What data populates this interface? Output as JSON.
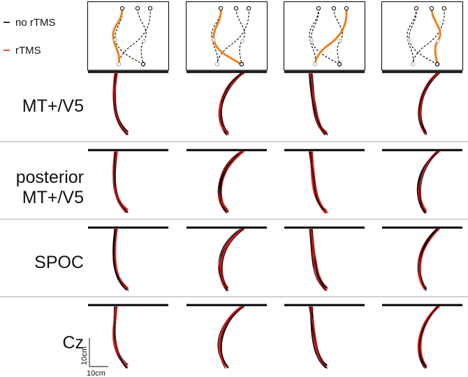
{
  "legend": {
    "items": [
      {
        "label": "no rTMS",
        "color": "#000000"
      },
      {
        "label": "rTMS",
        "color": "#d62020"
      }
    ]
  },
  "colors": {
    "no_rtms": "#000000",
    "rtms": "#d62020",
    "highlight_path": "#e8821e",
    "divider": "#888888"
  },
  "conditions": [
    {
      "highlight": "left-curve-left"
    },
    {
      "highlight": "left-curve-right"
    },
    {
      "highlight": "cross-right"
    },
    {
      "highlight": "right-curve-left"
    }
  ],
  "rows": [
    {
      "label_lines": [
        "MT+/V5"
      ]
    },
    {
      "label_lines": [
        "posterior",
        "MT+/V5"
      ]
    },
    {
      "label_lines": [
        "SPOC"
      ]
    },
    {
      "label_lines": [
        "Cz"
      ]
    }
  ],
  "scale_bar": {
    "vertical_label": "10cm",
    "horizontal_label": "10cm"
  }
}
